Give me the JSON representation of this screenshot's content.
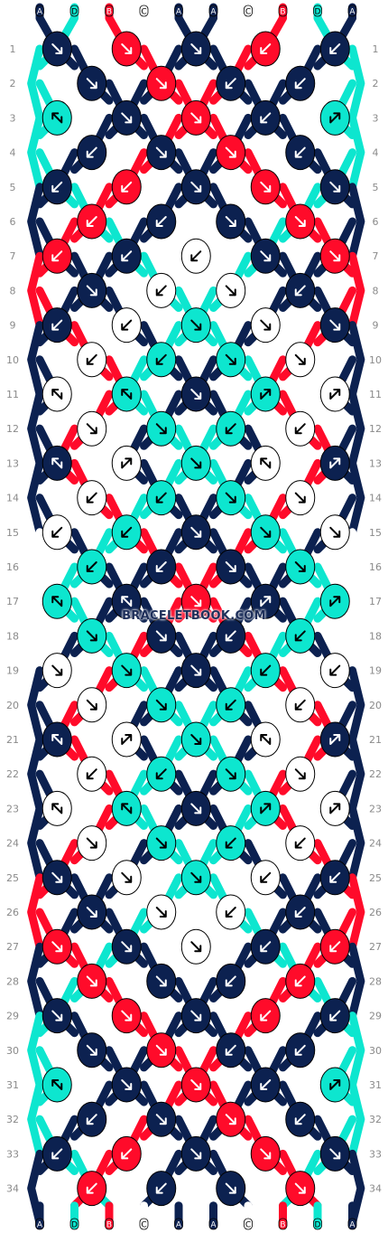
{
  "colors": {
    "A": "#0c2150",
    "B": "#ff0b2a",
    "C": "#ffffff",
    "D": "#0de6cf"
  },
  "strings_top": [
    "A",
    "D",
    "B",
    "C",
    "A",
    "A",
    "C",
    "B",
    "D",
    "A"
  ],
  "strings_bottom": [
    "A",
    "D",
    "B",
    "C",
    "A",
    "A",
    "C",
    "B",
    "D",
    "A"
  ],
  "row_labels": [
    "1",
    "2",
    "3",
    "4",
    "5",
    "6",
    "7",
    "8",
    "9",
    "10",
    "11",
    "12",
    "13",
    "14",
    "15",
    "16",
    "17",
    "18",
    "19",
    "20",
    "21",
    "22",
    "23",
    "24",
    "25",
    "26",
    "27",
    "28",
    "29",
    "30",
    "31",
    "32",
    "33",
    "34"
  ],
  "watermark": "BRACELETBOOK.COM",
  "knots": [
    [
      [
        "A",
        "br"
      ],
      [
        "B",
        "br"
      ],
      [
        "A",
        "br"
      ],
      [
        "B",
        "bl"
      ],
      [
        "A",
        "bl"
      ]
    ],
    [
      [
        "A",
        "br"
      ],
      [
        "B",
        "br"
      ],
      [
        "A",
        "bl"
      ],
      [
        "A",
        "bl"
      ]
    ],
    [
      [
        "D",
        "fb"
      ],
      [
        "A",
        "br"
      ],
      [
        "B",
        "br"
      ],
      [
        "A",
        "bl"
      ],
      [
        "D",
        "bf"
      ]
    ],
    [
      [
        "A",
        "bl"
      ],
      [
        "A",
        "br"
      ],
      [
        "B",
        "br"
      ],
      [
        "A",
        "bl"
      ]
    ],
    [
      [
        "A",
        "bl"
      ],
      [
        "B",
        "bl"
      ],
      [
        "A",
        "br"
      ],
      [
        "B",
        "br"
      ],
      [
        "A",
        "br"
      ]
    ],
    [
      [
        "B",
        "bl"
      ],
      [
        "A",
        "bl"
      ],
      [
        "A",
        "br"
      ],
      [
        "B",
        "br"
      ]
    ],
    [
      [
        "B",
        "bl"
      ],
      [
        "A",
        "bl"
      ],
      [
        "C",
        "bl"
      ],
      [
        "A",
        "br"
      ],
      [
        "B",
        "br"
      ]
    ],
    [
      [
        "A",
        "br"
      ],
      [
        "C",
        "bl"
      ],
      [
        "C",
        "br"
      ],
      [
        "A",
        "bl"
      ]
    ],
    [
      [
        "A",
        "bl"
      ],
      [
        "C",
        "bl"
      ],
      [
        "D",
        "br"
      ],
      [
        "C",
        "br"
      ],
      [
        "A",
        "br"
      ]
    ],
    [
      [
        "C",
        "bl"
      ],
      [
        "D",
        "bl"
      ],
      [
        "D",
        "br"
      ],
      [
        "C",
        "br"
      ]
    ],
    [
      [
        "C",
        "fb"
      ],
      [
        "D",
        "fb"
      ],
      [
        "A",
        "br"
      ],
      [
        "D",
        "bf"
      ],
      [
        "C",
        "bf"
      ]
    ],
    [
      [
        "C",
        "br"
      ],
      [
        "D",
        "br"
      ],
      [
        "D",
        "bl"
      ],
      [
        "C",
        "bl"
      ]
    ],
    [
      [
        "A",
        "fb"
      ],
      [
        "C",
        "bf"
      ],
      [
        "D",
        "br"
      ],
      [
        "C",
        "fb"
      ],
      [
        "A",
        "bf"
      ]
    ],
    [
      [
        "C",
        "bl"
      ],
      [
        "D",
        "bl"
      ],
      [
        "D",
        "br"
      ],
      [
        "C",
        "br"
      ]
    ],
    [
      [
        "C",
        "bl"
      ],
      [
        "D",
        "bl"
      ],
      [
        "A",
        "br"
      ],
      [
        "D",
        "br"
      ],
      [
        "C",
        "br"
      ]
    ],
    [
      [
        "D",
        "bl"
      ],
      [
        "A",
        "bl"
      ],
      [
        "A",
        "br"
      ],
      [
        "D",
        "br"
      ]
    ],
    [
      [
        "D",
        "fb"
      ],
      [
        "A",
        "fb"
      ],
      [
        "B",
        "br"
      ],
      [
        "A",
        "bf"
      ],
      [
        "D",
        "bf"
      ]
    ],
    [
      [
        "D",
        "br"
      ],
      [
        "A",
        "br"
      ],
      [
        "A",
        "bl"
      ],
      [
        "D",
        "bl"
      ]
    ],
    [
      [
        "C",
        "br"
      ],
      [
        "D",
        "br"
      ],
      [
        "A",
        "br"
      ],
      [
        "D",
        "bl"
      ],
      [
        "C",
        "bl"
      ]
    ],
    [
      [
        "C",
        "br"
      ],
      [
        "D",
        "br"
      ],
      [
        "D",
        "bl"
      ],
      [
        "C",
        "bl"
      ]
    ],
    [
      [
        "A",
        "fb"
      ],
      [
        "C",
        "bf"
      ],
      [
        "D",
        "br"
      ],
      [
        "C",
        "fb"
      ],
      [
        "A",
        "bf"
      ]
    ],
    [
      [
        "C",
        "bl"
      ],
      [
        "D",
        "bl"
      ],
      [
        "D",
        "br"
      ],
      [
        "C",
        "br"
      ]
    ],
    [
      [
        "C",
        "fb"
      ],
      [
        "D",
        "fb"
      ],
      [
        "A",
        "br"
      ],
      [
        "D",
        "bf"
      ],
      [
        "C",
        "bf"
      ]
    ],
    [
      [
        "C",
        "br"
      ],
      [
        "D",
        "br"
      ],
      [
        "D",
        "bl"
      ],
      [
        "C",
        "bl"
      ]
    ],
    [
      [
        "A",
        "br"
      ],
      [
        "C",
        "br"
      ],
      [
        "D",
        "br"
      ],
      [
        "C",
        "bl"
      ],
      [
        "A",
        "bl"
      ]
    ],
    [
      [
        "A",
        "br"
      ],
      [
        "C",
        "br"
      ],
      [
        "C",
        "bl"
      ],
      [
        "A",
        "bl"
      ]
    ],
    [
      [
        "B",
        "br"
      ],
      [
        "A",
        "br"
      ],
      [
        "C",
        "br"
      ],
      [
        "A",
        "bl"
      ],
      [
        "B",
        "bl"
      ]
    ],
    [
      [
        "B",
        "br"
      ],
      [
        "A",
        "br"
      ],
      [
        "A",
        "bl"
      ],
      [
        "B",
        "bl"
      ]
    ],
    [
      [
        "A",
        "br"
      ],
      [
        "B",
        "br"
      ],
      [
        "A",
        "br"
      ],
      [
        "B",
        "bl"
      ],
      [
        "A",
        "bl"
      ]
    ],
    [
      [
        "A",
        "br"
      ],
      [
        "B",
        "br"
      ],
      [
        "A",
        "bl"
      ],
      [
        "A",
        "bl"
      ]
    ],
    [
      [
        "D",
        "fb"
      ],
      [
        "A",
        "br"
      ],
      [
        "B",
        "br"
      ],
      [
        "A",
        "bl"
      ],
      [
        "D",
        "bf"
      ]
    ],
    [
      [
        "A",
        "bl"
      ],
      [
        "A",
        "br"
      ],
      [
        "B",
        "br"
      ],
      [
        "A",
        "bl"
      ]
    ],
    [
      [
        "A",
        "bl"
      ],
      [
        "B",
        "bl"
      ],
      [
        "A",
        "br"
      ],
      [
        "B",
        "br"
      ],
      [
        "A",
        "br"
      ]
    ],
    [
      [
        "B",
        "bl"
      ],
      [
        "A",
        "bl"
      ],
      [
        "A",
        "br"
      ],
      [
        "B",
        "br"
      ]
    ]
  ]
}
